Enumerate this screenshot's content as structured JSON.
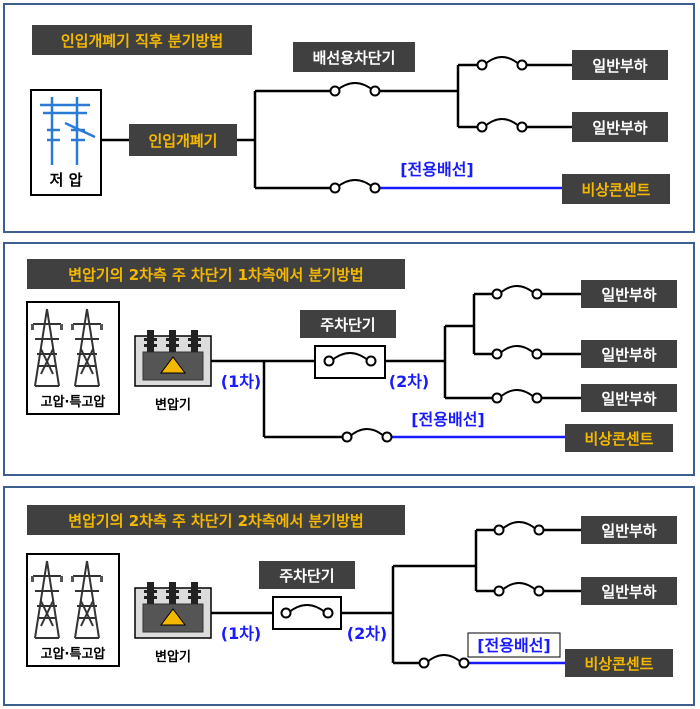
{
  "panels": [
    {
      "title": "인입개폐기 직후 분기방법",
      "source_label": "저 압",
      "switch_label": "인입개폐기",
      "breaker_label": "배선용차단기",
      "loads": [
        "일반부하",
        "일반부하"
      ],
      "dedicated_line": "[전용배선]",
      "emergency_outlet": "비상콘센트"
    },
    {
      "title": "변압기의 2차측 주 차단기 1차측에서 분기방법",
      "source_label": "고압·특고압",
      "transformer_label": "변압기",
      "primary_label": "(1차)",
      "secondary_label": "(2차)",
      "main_breaker_label": "주차단기",
      "loads": [
        "일반부하",
        "일반부하",
        "일반부하"
      ],
      "dedicated_line": "[전용배선]",
      "emergency_outlet": "비상콘센트"
    },
    {
      "title": "변압기의 2차측 주 차단기 2차측에서 분기방법",
      "source_label": "고압·특고압",
      "transformer_label": "변압기",
      "primary_label": "(1차)",
      "secondary_label": "(2차)",
      "main_breaker_label": "주차단기",
      "loads": [
        "일반부하",
        "일반부하"
      ],
      "dedicated_line": "[전용배선]",
      "emergency_outlet": "비상콘센트"
    }
  ],
  "colors": {
    "title_bg": "#404040",
    "title_text": "#f5b800",
    "box_bg": "#404040",
    "box_text": "#ffffff",
    "dedicated": "#1a1aff",
    "frame": "#3d5f8f"
  },
  "icons": [
    "pole-transformer-icon",
    "transmission-tower-icon",
    "transformer-icon",
    "switch-icon"
  ]
}
